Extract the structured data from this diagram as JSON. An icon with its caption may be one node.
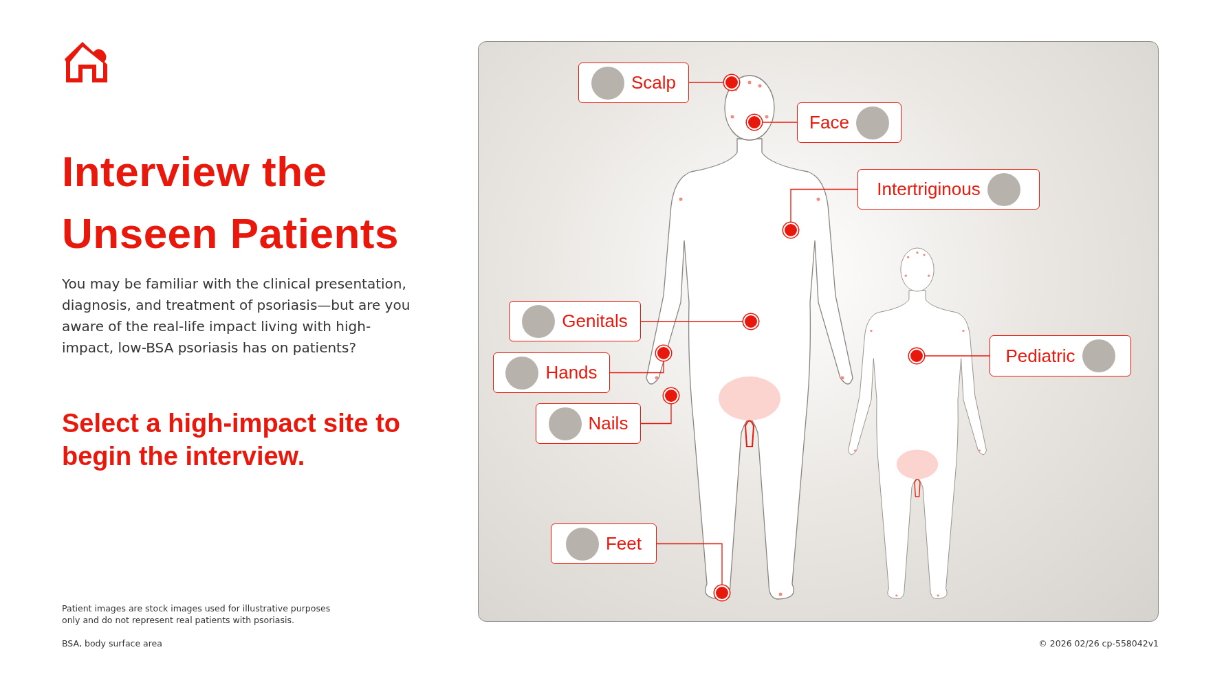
{
  "diagram": {
    "title": "Interview the Unseen Patients",
    "nodes": [
      {
        "text": [
          "Scalp"
        ]
      },
      {
        "text": [],
        "shape": "circle"
      },
      {
        "text": [
          "Face"
        ]
      },
      {
        "text": [],
        "shape": "circle"
      },
      {
        "text": [
          "Intertriginous"
        ]
      },
      {
        "text": [],
        "shape": "circle"
      },
      {
        "text": [
          "Genitals"
        ]
      },
      {
        "text": [],
        "shape": "circle"
      },
      {
        "text": [
          "Hands"
        ]
      },
      {
        "text": [],
        "shape": "circle"
      },
      {
        "text": [
          "Nails"
        ]
      },
      {
        "text": [],
        "shape": "circle"
      },
      {
        "text": [
          "Feet"
        ]
      },
      {
        "text": [],
        "shape": "circle"
      },
      {
        "text": [
          "Pediatric"
        ]
      },
      {
        "text": [],
        "shape": "circle"
      }
    ],
    "edges": [
      {
        "from": 0,
        "to": 1,
        "arrow": "none"
      },
      {
        "from": 2,
        "to": 3,
        "arrow": "none"
      },
      {
        "from": 4,
        "to": 5,
        "arrow": "none"
      },
      {
        "from": 6,
        "to": 7,
        "arrow": "none"
      },
      {
        "from": 8,
        "to": 9,
        "arrow": "none"
      },
      {
        "from": 10,
        "to": 11,
        "arrow": "none"
      },
      {
        "from": 12,
        "to": 13,
        "arrow": "none"
      },
      {
        "from": 14,
        "to": 15,
        "arrow": "none"
      }
    ],
    "labels": [
      "You may be familiar with the clinical presentation, diagnosis, and treatment of psoriasis—but are you aware of the real-life impact living with high-impact, low-BSA psoriasis has on patients?",
      "Select a high-impact site to begin the interview.",
      "Patient images are stock images used for illustrative purposes only and do not represent real patients with psoriasis.",
      "BSA, body surface area",
      "© 2026 02/26 cp-558042v1"
    ]
  }
}
